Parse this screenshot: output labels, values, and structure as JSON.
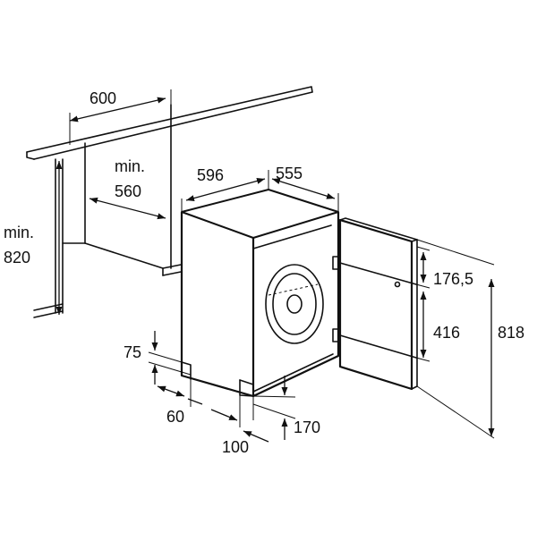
{
  "dimensions": {
    "top_width": "600",
    "niche_min_label": "min.",
    "niche_min_depth": "560",
    "niche_height_min_label": "min.",
    "niche_height_min": "820",
    "machine_width": "596",
    "machine_depth": "555",
    "upper_hinge": "176,5",
    "hinge_spacing": "416",
    "door_height": "818",
    "plinth_height": "75",
    "plinth_depth": "60",
    "foot_offset": "100",
    "door_bottom_gap": "170"
  }
}
